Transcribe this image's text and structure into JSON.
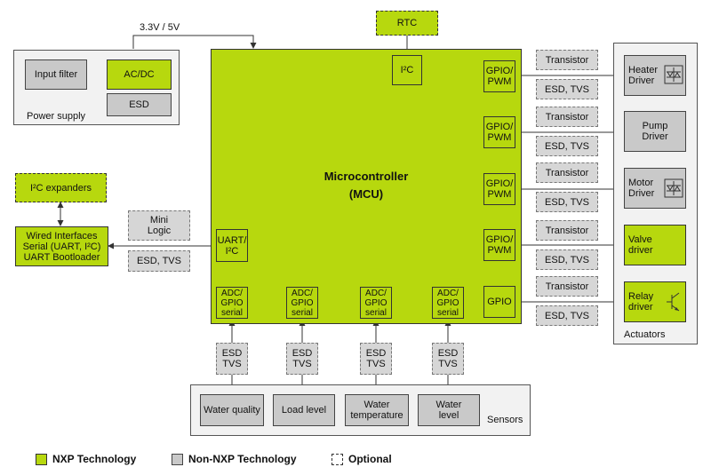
{
  "power_supply": {
    "voltage": "3.3V / 5V",
    "input_filter": "Input filter",
    "acdc": "AC/DC",
    "esd": "ESD",
    "title": "Power supply"
  },
  "rtc": "RTC",
  "mcu": {
    "title": "Microcontroller",
    "subtitle": "(MCU)",
    "i2c": "I²C",
    "uart": [
      "UART/",
      "I²C"
    ],
    "gpio_pwm": [
      "GPIO/",
      "PWM"
    ],
    "gpio": "GPIO",
    "adc": [
      "ADC/",
      "GPIO",
      "serial"
    ]
  },
  "left": {
    "i2c_expanders": "I²C expanders",
    "wired": [
      "Wired Interfaces",
      "Serial (UART, I²C)",
      "UART Bootloader"
    ],
    "mini_logic": [
      "Mini",
      "Logic"
    ],
    "esd_tvs": "ESD, TVS"
  },
  "drivers": {
    "transistor": "Transistor",
    "esd_tvs": "ESD, TVS"
  },
  "actuators": {
    "title": "Actuators",
    "items": [
      [
        "Heater",
        "Driver"
      ],
      [
        "Pump",
        "Driver"
      ],
      [
        "Motor",
        "Driver"
      ],
      [
        "Valve",
        "driver"
      ],
      [
        "Relay",
        "driver"
      ]
    ]
  },
  "sensor_protect": [
    "ESD",
    "TVS"
  ],
  "sensors": {
    "title": "Sensors",
    "items": [
      [
        "Water quality"
      ],
      [
        "Load level"
      ],
      [
        "Water",
        "temperature"
      ],
      [
        "Water",
        "level"
      ]
    ]
  },
  "legend": {
    "nxp": "NXP Technology",
    "non_nxp": "Non-NXP Technology",
    "optional": "Optional"
  },
  "colors": {
    "nxp_green": "#b7d80e",
    "non_nxp_gray": "#c9c9c9"
  }
}
